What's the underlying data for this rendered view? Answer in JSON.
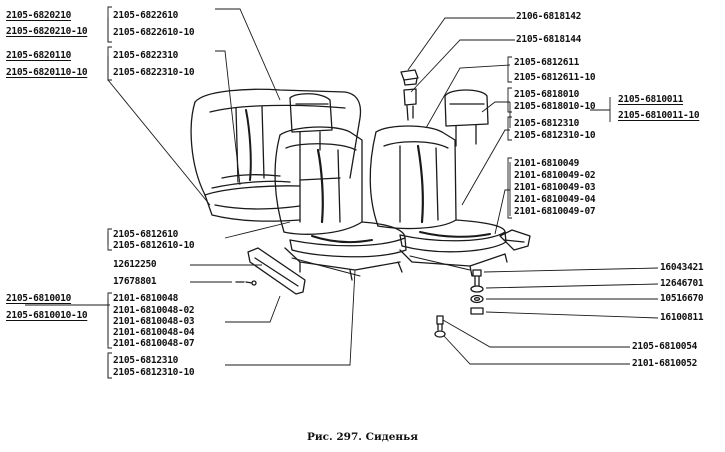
{
  "labels": {
    "l_2105_6820210": "2105-6820210",
    "l_2105_6820210_10": "2105-6820210-10",
    "l_2105_6822610": "2105-6822610",
    "l_2105_6822610_10": "2105-6822610-10",
    "l_2105_6820110": "2105-6820110",
    "l_2105_6820110_10": "2105-6820110-10",
    "l_2105_6822310": "2105-6822310",
    "l_2105_6822310_10": "2105-6822310-10",
    "l_2106_6818142": "2106-6818142",
    "l_2105_6818144": "2105-6818144",
    "l_2105_6812611": "2105-6812611",
    "l_2105_6812611_10": "2105-6812611-10",
    "l_2105_6818010": "2105-6818010",
    "l_2105_6818010_10": "2105-6818010-10",
    "l_2105_6810011": "2105-6810011",
    "l_2105_6810011_10": "2105-6810011-10",
    "l_2105_6812310_r": "2105-6812310",
    "l_2105_6812310_10_r": "2105-6812310-10",
    "l_2101_6810049": "2101-6810049",
    "l_2101_6810049_02": "2101-6810049-02",
    "l_2101_6810049_03": "2101-6810049-03",
    "l_2101_6810049_04": "2101-6810049-04",
    "l_2101_6810049_07": "2101-6810049-07",
    "l_2105_6812610": "2105-6812610",
    "l_2105_6812610_10": "2105-6812610-10",
    "l_12612250": "12612250",
    "l_17678801": "17678801",
    "l_2105_6810010": "2105-6810010",
    "l_2105_6810010_10": "2105-6810010-10",
    "l_2101_6810048": "2101-6810048",
    "l_2101_6810048_02": "2101-6810048-02",
    "l_2101_6810048_03": "2101-6810048-03",
    "l_2101_6810048_04": "2101-6810048-04",
    "l_2101_6810048_07": "2101-6810048-07",
    "l_2105_6812310_l": "2105-6812310",
    "l_2105_6812310_10_l": "2105-6812310-10",
    "l_16043421": "16043421",
    "l_12646701": "12646701",
    "l_10516670": "10516670",
    "l_16100811": "16100811",
    "l_2105_6810054": "2105-6810054",
    "l_2101_6810052": "2101-6810052"
  },
  "caption": "Рис. 297. Сиденья"
}
